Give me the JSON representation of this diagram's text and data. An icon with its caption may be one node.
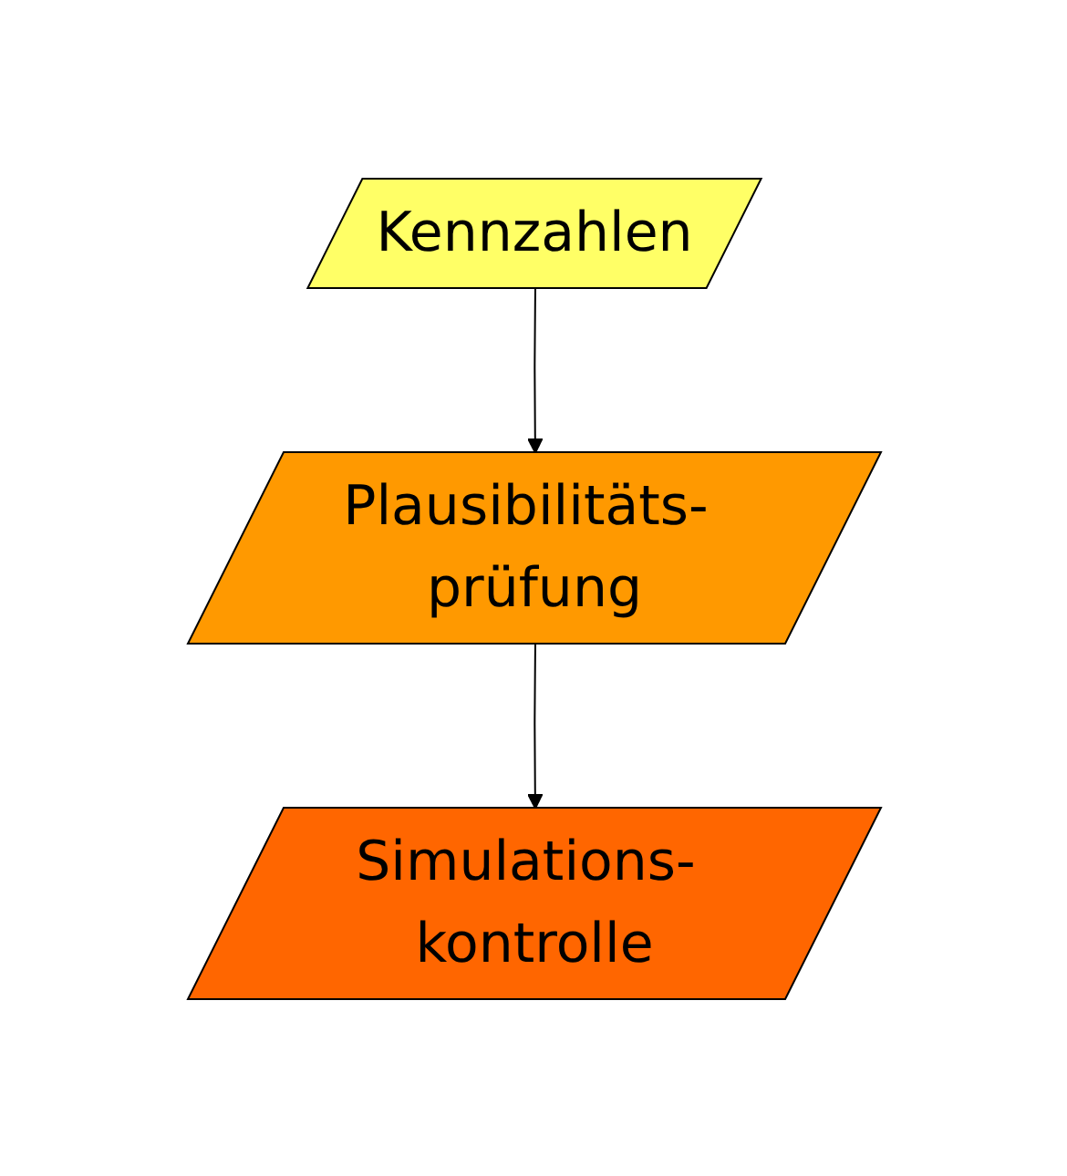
{
  "diagram": {
    "nodes": [
      {
        "text": [
          "Kennzahlen"
        ]
      },
      {
        "text": [
          "Plausibilitäts- prüfung"
        ]
      },
      {
        "text": [
          "Simulations- kontrolle"
        ]
      }
    ],
    "edges": [
      {
        "from": 0,
        "to": 1,
        "arrow": "to"
      },
      {
        "from": 1,
        "to": 2,
        "arrow": "to"
      }
    ]
  }
}
